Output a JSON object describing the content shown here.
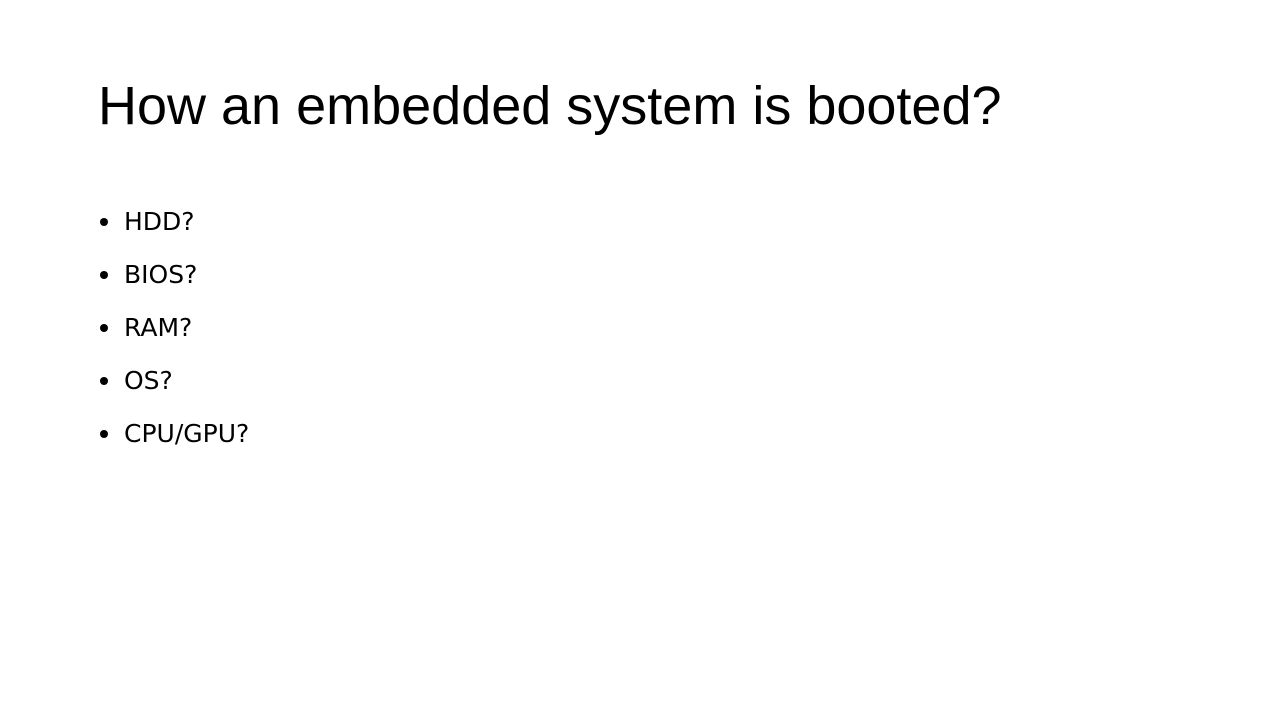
{
  "slide": {
    "title": "How an embedded system is booted?",
    "bullets": [
      "HDD?",
      "BIOS?",
      "RAM?",
      "OS?",
      "CPU/GPU?"
    ]
  }
}
